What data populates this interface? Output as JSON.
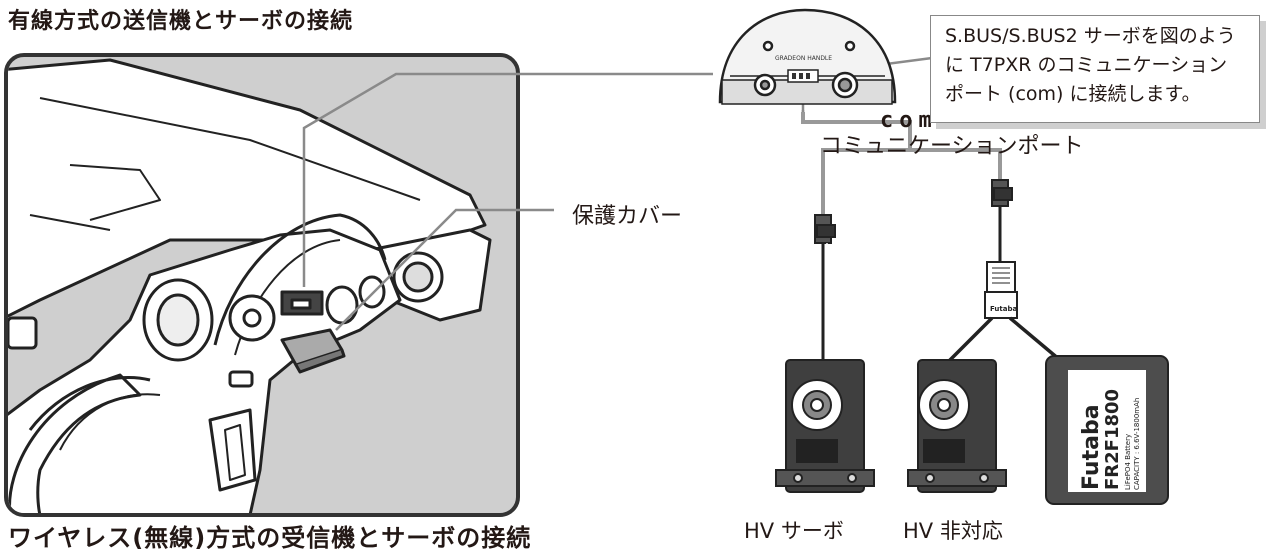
{
  "heading_top": "有線方式の送信機とサーボの接続",
  "heading_bottom": "ワイヤレス(無線)方式の受信機とサーボの接続",
  "labels": {
    "com": "com",
    "comm_port": "コミュニケーションポート",
    "cover": "保護カバー",
    "hv_servo": "HV サーボ",
    "non_hv": "HV 非対応"
  },
  "callout": {
    "line1": "S.BUS/S.BUS2 サーボを図のよう",
    "line2": "に T7PXR のコミュニケーション",
    "line3": "ポート (com) に接続します。"
  },
  "device_text": {
    "handle": "GRADEON HANDLE",
    "battery_brand": "Futaba",
    "battery_model": "FR2F1800",
    "battery_type": "LiFePO4 Battery",
    "battery_capacity": "CAPACITY : 6.6V-1800mAh",
    "hub_brand": "Futaba"
  },
  "colors": {
    "photo_bg": "#cfcfcf",
    "leader": "#8a8a8a",
    "battery": "#4d4d4d"
  }
}
